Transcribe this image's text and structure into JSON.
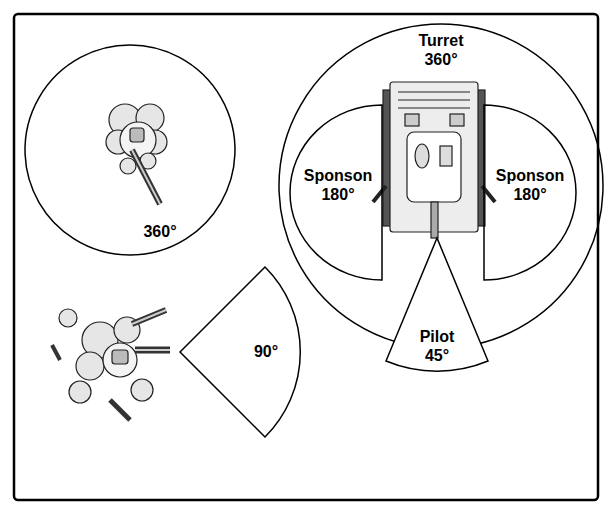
{
  "diagram": {
    "nodes": [
      {
        "text": [
          "360°"
        ]
      },
      {
        "text": [
          "Turret 360°"
        ]
      },
      {
        "text": [
          "Sponson 180°"
        ],
        "in": 1
      },
      {
        "text": [
          "Sponson 180°"
        ],
        "in": 1
      },
      {
        "text": [
          "Pilot 45°"
        ],
        "in": 1
      },
      {
        "text": [
          "90°"
        ]
      }
    ]
  }
}
